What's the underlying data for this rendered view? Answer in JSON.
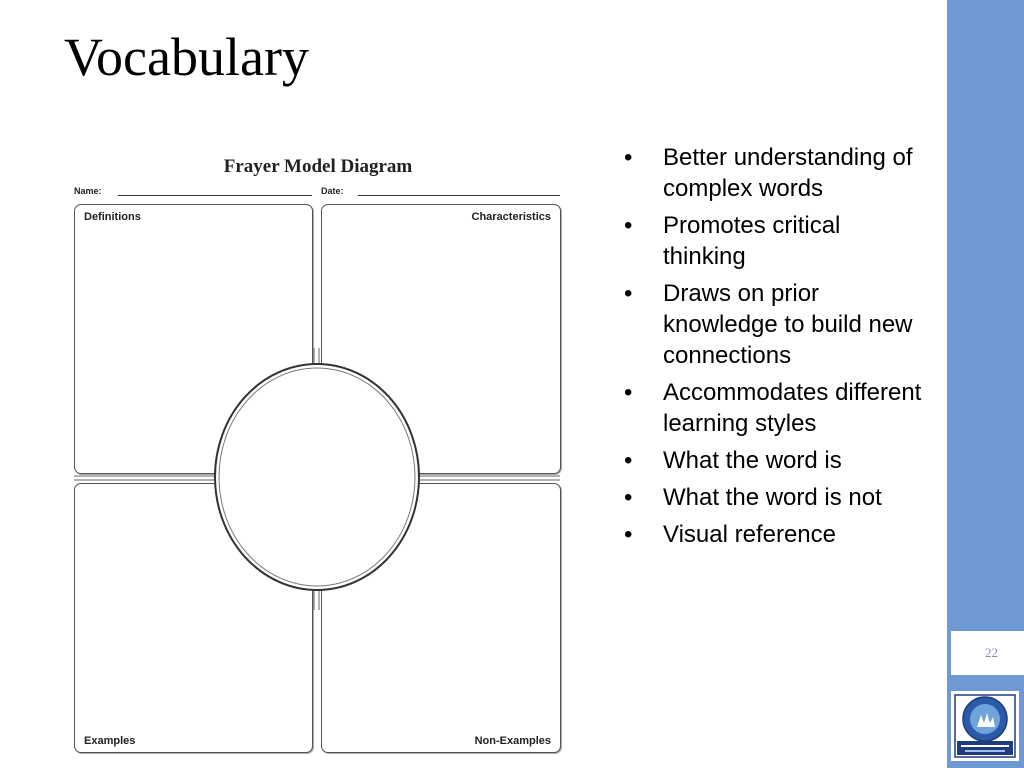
{
  "slide": {
    "title": "Vocabulary",
    "number": "22"
  },
  "worksheet": {
    "title": "Frayer Model Diagram",
    "name_label": "Name:",
    "date_label": "Date:",
    "quadrants": {
      "top_left": "Definitions",
      "top_right": "Characteristics",
      "bottom_left": "Examples",
      "bottom_right": "Non-Examples"
    }
  },
  "bullets": [
    "Better understanding of complex words",
    "Promotes critical thinking",
    "Draws on prior knowledge to build new connections",
    "Accommodates different learning styles",
    "What the word is",
    "What the word is not",
    "Visual reference"
  ],
  "logo": {
    "icon": "education-early-development-seal-icon"
  },
  "colors": {
    "accent_strip": "#6f99d3"
  }
}
